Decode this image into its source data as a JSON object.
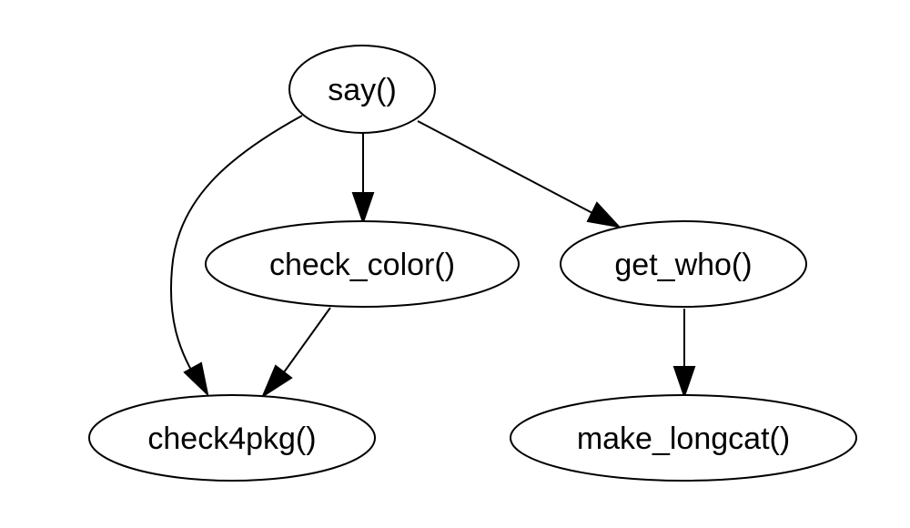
{
  "graph": {
    "nodes": [
      {
        "id": "say",
        "label": "say()"
      },
      {
        "id": "check_color",
        "label": "check_color()"
      },
      {
        "id": "get_who",
        "label": "get_who()"
      },
      {
        "id": "check4pkg",
        "label": "check4pkg()"
      },
      {
        "id": "make_longcat",
        "label": "make_longcat()"
      }
    ],
    "edges": [
      {
        "from": "say",
        "to": "check4pkg"
      },
      {
        "from": "say",
        "to": "check_color"
      },
      {
        "from": "say",
        "to": "get_who"
      },
      {
        "from": "check_color",
        "to": "check4pkg"
      },
      {
        "from": "get_who",
        "to": "make_longcat"
      }
    ]
  }
}
